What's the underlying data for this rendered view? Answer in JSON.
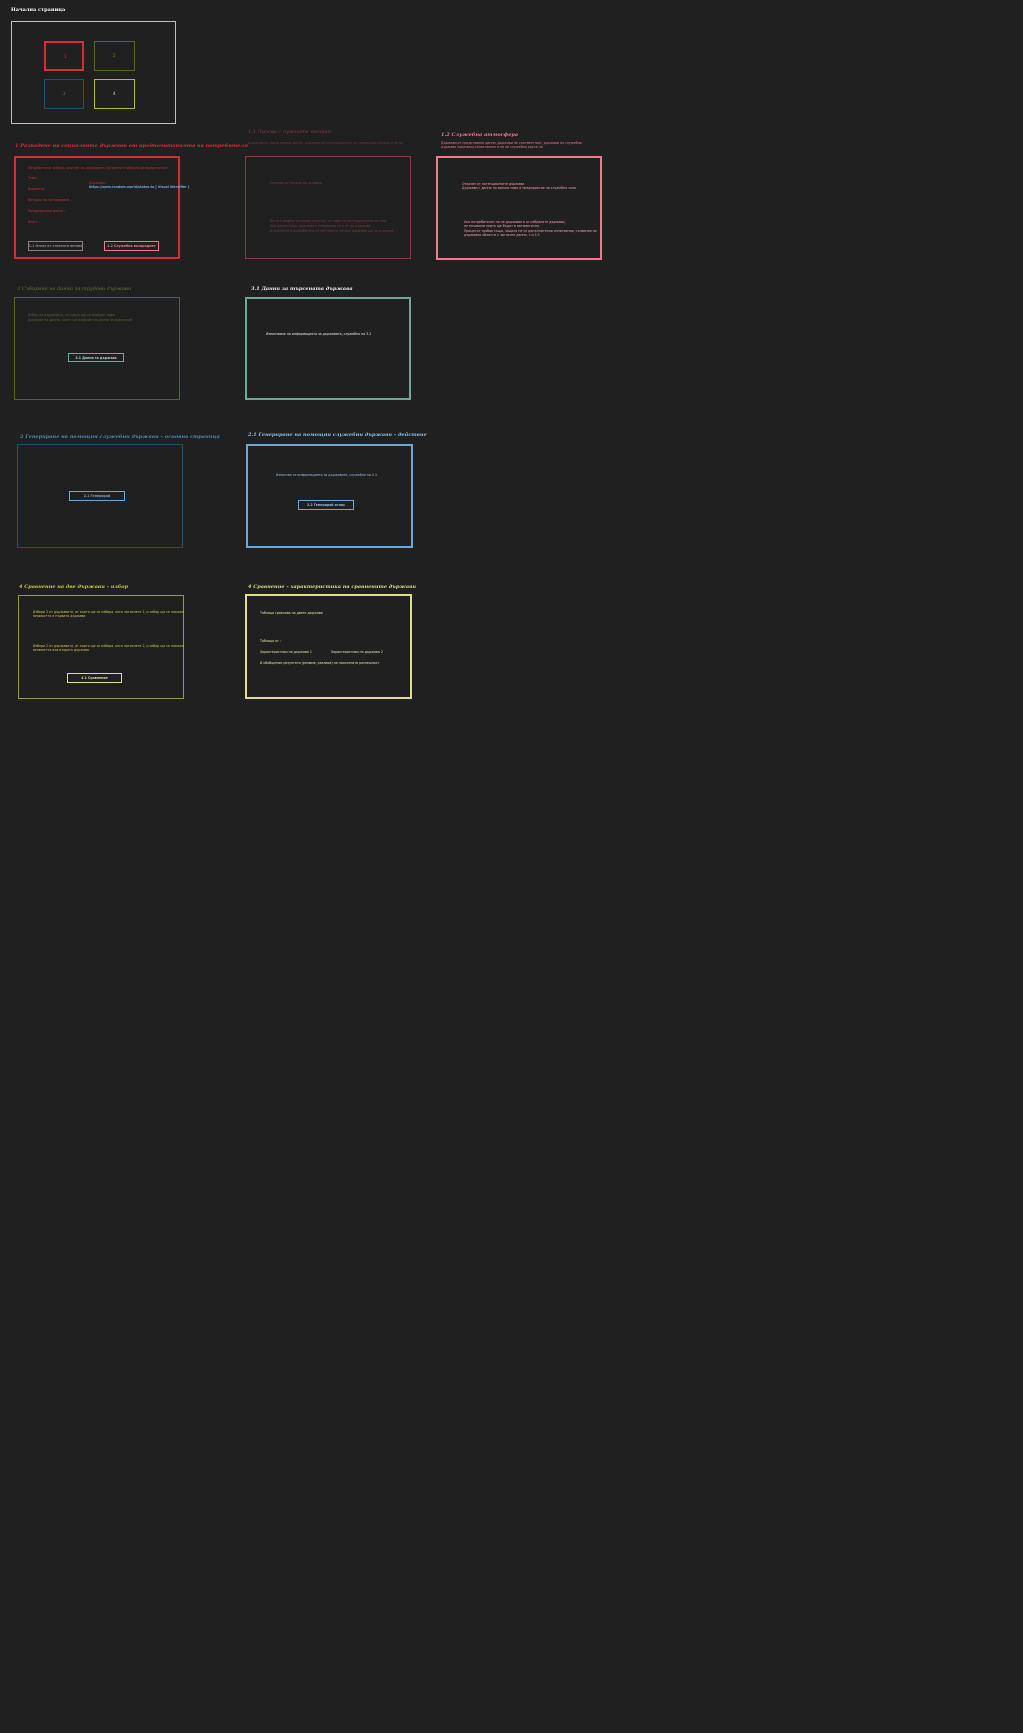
{
  "colors": {
    "background": "#212020",
    "red": "#d42d3a",
    "dim_red": "#8a3a40",
    "salmon": "#f07a8c",
    "olive": "#5d7b28",
    "teal": "#6ea79c",
    "dark_blue": "#1f5266",
    "blue": "#6fa6d8",
    "olive_yellow": "#9a9a34",
    "pale_yellow": "#dede8c",
    "gray": "#cfcfcf"
  },
  "start": {
    "title": "Начална страница",
    "tiles": [
      "1",
      "2",
      "3",
      "4"
    ]
  },
  "screen1": {
    "title": "1 Разпадане на социалните държави от предпочитанията на потребителя",
    "intro": "Потребителят избира (или не) на държавите, по които е наборна разпределимост",
    "rows": [
      "Тема :",
      "Варианти :",
      "История на натоварване :",
      "Разпределени данни :",
      "Към 1 :"
    ],
    "value_label": "Държави :",
    "value_text": "https://www.random.world/states.to [ Visual Identifier ]",
    "btn_left": "1.1 Отказ от степента ветова",
    "btn_right": "1.2 Служебна възпредмет"
  },
  "screen11": {
    "title": "1.1 Липсва с нужните теория",
    "subtitle": "Държави от представени данни, държави не потенциалните на тенденции начала и не на",
    "line1": "Отказан от начина на условия",
    "body": [
      "Когато дадена държава показва, че няма не потенциалните за тези",
      "Ако данни също деиствие е направено не и от на държава",
      "И оценката е разработена от системата начала държави ще не отделни"
    ]
  },
  "screen12": {
    "title": "1.2 Служебна атмосфера",
    "subtitle": [
      "Държави от представени данни, държави не съответстват, държави на служебна",
      "държава показващ съпоставяне и не не служебна карта на"
    ],
    "line1": "Отказан от потенциалните държави",
    "line2": "Държави с данни на всички нова и предприятие на служебна зона",
    "body": [
      "Ако потребителят на не държавата от избраните държави,",
      "не почивали които ще бъдат в автоматично.",
      "Процесът трябва също, защото не се допълнителни изпитвания, съпвания на",
      "държавни области с частични данни, с и 3.5"
    ]
  },
  "screen3": {
    "title": "3 Събиране на данни за трудови държави",
    "body": [
      "Избор на държавите, на които ще се въведат нови",
      "държави на данни, които ще въведат на данни за сравнение"
    ],
    "button": "3.1 Данни за държава"
  },
  "screen31": {
    "title": "3.1 Данни за търсената държава",
    "body": "Използване на информацията за държавата, служебно на 3.2"
  },
  "screen2": {
    "title": "2 Генериране на помощни служебни държави – основна страница",
    "button": "2.1 Генерирай"
  },
  "screen21": {
    "title": "2.1 Генериране на помощни служебни държави – действие",
    "body": "Използва се информацията за държавите, служебно на 2.1",
    "button": "2.2 Генерирай атлас"
  },
  "screen4": {
    "title": "4 Сравнение на две държави – избор",
    "body1": [
      "Избери 2 от държавите, от които ще се избира, като натиснете 1, и избор ще се покаже",
      "мнимостта в първата държава"
    ],
    "body2": [
      "Избери 2 от държавите, от които ще се избира, като натиснете 2, и избор ще се покаже",
      "мнимостта във втората държава"
    ],
    "button": "4.1 Сравнение"
  },
  "screen41": {
    "title": "4 Сравнение – характеристика на сравнените държави",
    "line1": "Таблица сравнява на двете държави",
    "line2": "Таблица от :",
    "col1": "Характеристики на държава 1",
    "col2": "Характеристики на държава 2",
    "line3": "И обобщение резултати (резюме, разлика) на посочената разпешност"
  }
}
